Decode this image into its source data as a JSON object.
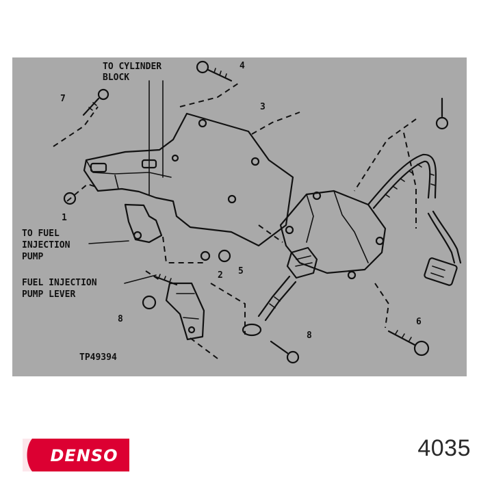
{
  "diagram": {
    "background_color": "#a9a9a9",
    "labels": {
      "to_cylinder_block_1": "TO CYLINDER",
      "to_cylinder_block_2": "BLOCK",
      "to_fuel_pump_1": "TO FUEL",
      "to_fuel_pump_2": "INJECTION",
      "to_fuel_pump_3": "PUMP",
      "pump_lever_1": "FUEL INJECTION",
      "pump_lever_2": "PUMP LEVER",
      "figure_code": "TP49394"
    },
    "callouts": {
      "c1": "1",
      "c2": "2",
      "c3": "3",
      "c4": "4",
      "c5": "5",
      "c6": "6",
      "c7": "7",
      "c8a": "8",
      "c8b": "8"
    }
  },
  "brand": {
    "name": "DENSO",
    "color": "#dc0032",
    "part_number": "4035"
  }
}
